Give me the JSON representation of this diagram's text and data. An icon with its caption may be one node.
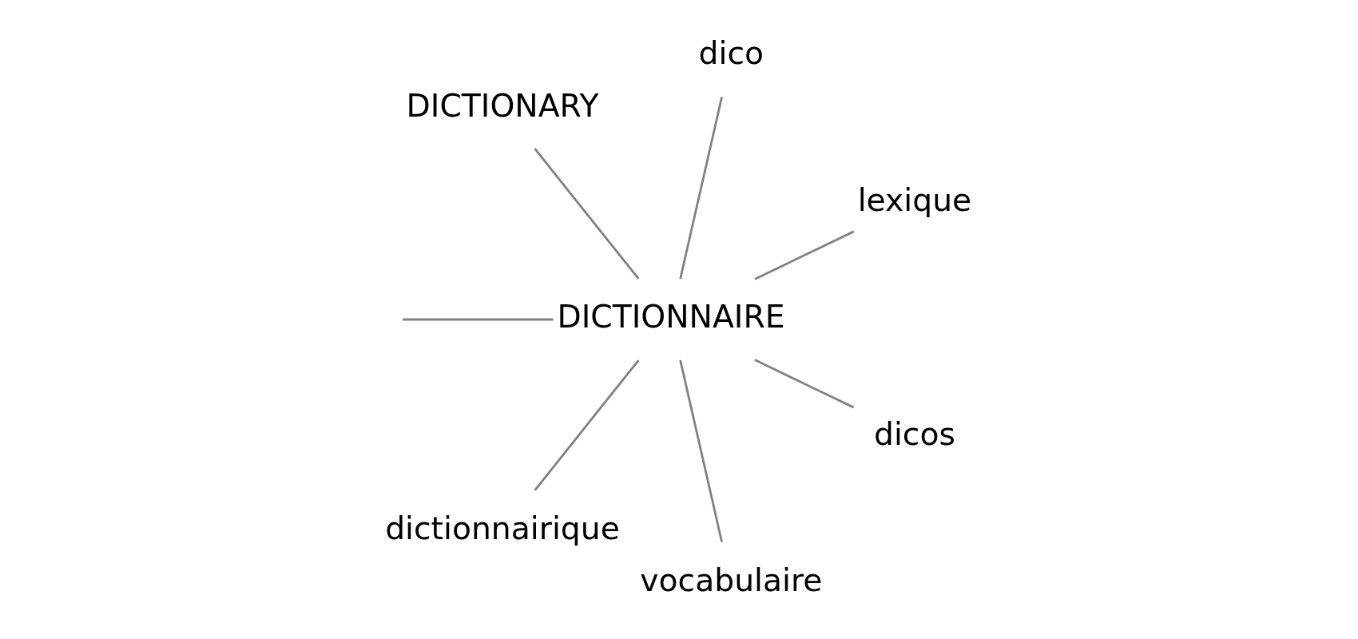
{
  "diagram": {
    "nodes": [
      {
        "text": [
          "DICTIONARY"
        ]
      },
      {
        "text": [
          "dico"
        ]
      },
      {
        "text": [
          "lexique"
        ]
      },
      {
        "text": [
          "DICTIONNAIRE"
        ]
      },
      {
        "text": [
          "dictionnairique"
        ]
      },
      {
        "text": [
          "dicos"
        ]
      },
      {
        "text": [
          "vocabulaire"
        ]
      }
    ],
    "edges": [
      {
        "from": 3,
        "to": 0,
        "arrow": "none"
      },
      {
        "from": 3,
        "to": 1,
        "arrow": "none"
      },
      {
        "from": 3,
        "to": 2,
        "arrow": "none"
      },
      {
        "from": 3,
        "to": 5,
        "arrow": "none"
      },
      {
        "from": 3,
        "to": 6,
        "arrow": "none"
      },
      {
        "from": 3,
        "to": 4,
        "arrow": "none"
      },
      {
        "from": 3,
        "to": null,
        "arrow": "none"
      }
    ]
  }
}
